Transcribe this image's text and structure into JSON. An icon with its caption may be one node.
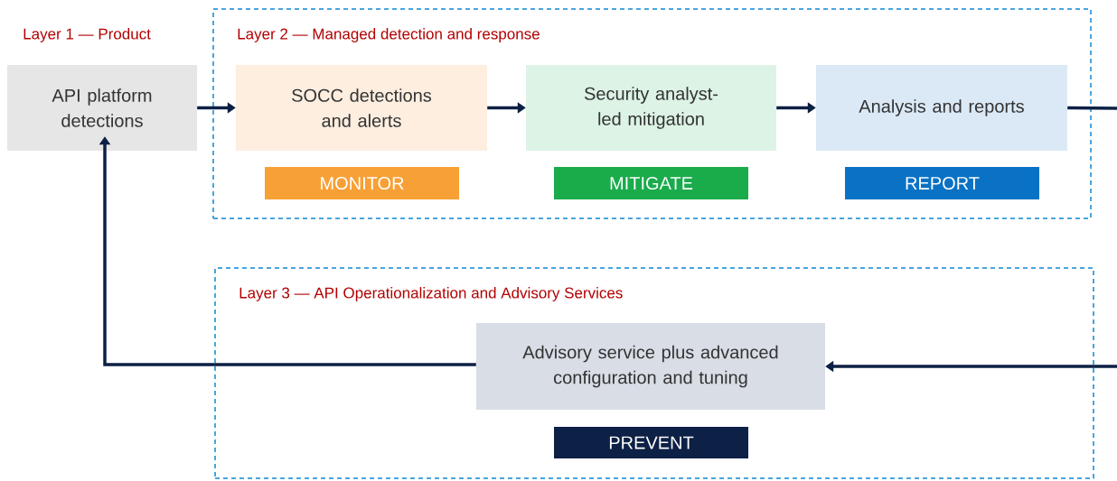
{
  "diagram": {
    "nodes": [
      {
        "text": [
          "API platform detections"
        ]
      },
      {
        "text": [
          "Layer 2 — Managed detection and response"
        ]
      },
      {
        "text": [
          "SOCC detections and alerts"
        ],
        "in": 1
      },
      {
        "text": [
          "MONITOR"
        ],
        "in": 1
      },
      {
        "text": [
          "Security analyst-led mitigation"
        ],
        "in": 1
      },
      {
        "text": [
          "MITIGATE"
        ],
        "in": 1
      },
      {
        "text": [
          "Analysis and reports"
        ],
        "in": 1
      },
      {
        "text": [
          "REPORT"
        ],
        "in": 1
      },
      {
        "text": [
          "Layer 3 — API Operationalization and Advisory Services"
        ]
      },
      {
        "text": [
          "Advisory service plus advanced configuration and tuning"
        ],
        "in": 8
      },
      {
        "text": [
          "PREVENT"
        ],
        "in": 8
      }
    ],
    "edges": [
      {
        "from": 0,
        "to": 2,
        "arrow": "to"
      },
      {
        "from": 2,
        "to": 4,
        "arrow": "to"
      },
      {
        "from": 4,
        "to": 6,
        "arrow": "to"
      },
      {
        "from": 6,
        "to": null,
        "arrow": "none"
      },
      {
        "from": null,
        "to": 9,
        "arrow": "to"
      },
      {
        "from": 9,
        "to": 0,
        "arrow": "to"
      }
    ],
    "labels": [
      "Layer 1 — Product"
    ]
  }
}
